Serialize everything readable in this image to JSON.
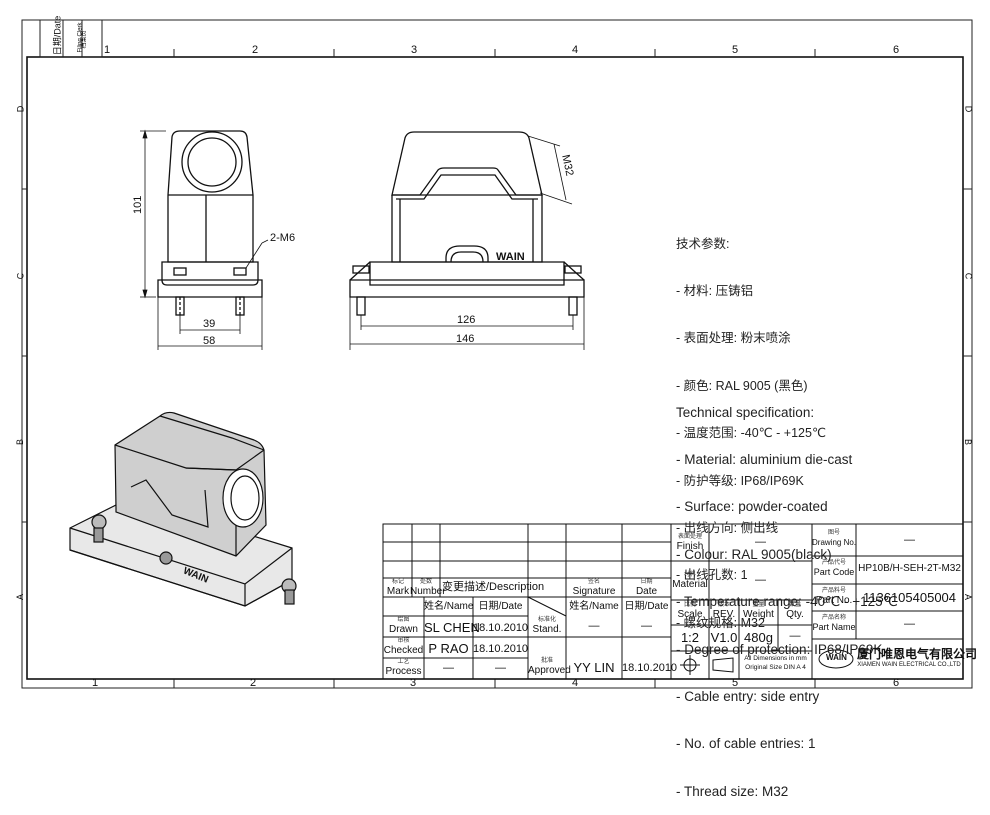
{
  "frame": {
    "columns_top": [
      "1",
      "2",
      "3",
      "4",
      "5",
      "6"
    ],
    "columns_bottom": [
      "1",
      "2",
      "3",
      "4",
      "5",
      "6"
    ],
    "rows": [
      "D",
      "C",
      "B",
      "A"
    ],
    "tab_date": "日期/Date",
    "tab_filing": "Filing Clerk",
    "tab_filing_cn": "档案员"
  },
  "dimensions": {
    "height": "101",
    "screw": "2-M6",
    "inner_width_side": "39",
    "outer_width_side": "58",
    "inner_width_front": "126",
    "outer_width_front": "146",
    "thread": "M32",
    "brand_mark": "WAIN"
  },
  "spec_cn": {
    "title": "技术参数:",
    "lines": [
      "- 材料: 压铸铝",
      "- 表面处理: 粉末喷涂",
      "- 颜色: RAL 9005 (黑色)",
      "- 温度范围: -40℃ - +125℃",
      "- 防护等级: IP68/IP69K",
      "- 出线方向: 侧出线",
      "- 出线孔数: 1",
      "- 螺纹规格: M32"
    ]
  },
  "spec_en": {
    "title": "Technical specification:",
    "lines": [
      "- Material: aluminium die-cast",
      "- Surface: powder-coated",
      "- Colour: RAL 9005(black)",
      "- Temperature range: -40℃ - +125℃",
      "- Degree of protection: IP68/IP69K",
      "- Cable entry: side entry",
      "- No. of cable entries: 1",
      "- Thread size: M32"
    ]
  },
  "revision_block": {
    "mark_cn": "标记",
    "mark": "Mark",
    "number_cn": "处数",
    "number": "Number",
    "description": "变更描述/Description",
    "signature_cn": "签名",
    "signature": "Signature",
    "date_cn": "日期",
    "date": "Date",
    "name_col": "姓名/Name",
    "date_col": "日期/Date",
    "drawn_cn": "绘图",
    "drawn": "Drawn",
    "checked_cn": "审核",
    "checked": "Checked",
    "process_cn": "工艺",
    "process": "Process",
    "stand_cn": "标准化",
    "stand": "Stand.",
    "approved_cn": "批准",
    "approved": "Approved",
    "drawn_name": "SL CHEN",
    "drawn_date": "18.10.2010",
    "checked_name": "P RAO",
    "checked_date": "18.10.2010",
    "process_name": "—",
    "process_date": "—",
    "stand_name": "—",
    "stand_date": "—",
    "approved_name": "YY LIN",
    "approved_date": "18.10.2010"
  },
  "title_block": {
    "finish_cn": "表面处理",
    "finish": "Finish",
    "finish_val": "—",
    "material_cn": "材料",
    "material": "Material",
    "material_val": "—",
    "scale_cn": "比例",
    "scale": "Scale",
    "scale_val": "1:2",
    "rev_cn": "版本",
    "rev": "REV.",
    "rev_val": "V1.0",
    "weight_cn": "重量",
    "weight": "Weight",
    "weight_val": "480g",
    "qty_cn": "数量",
    "qty": "Qty.",
    "qty_val": "—",
    "drawing_no_cn": "图号",
    "drawing_no": "Drawing No.",
    "drawing_no_val": "—",
    "part_code_cn": "产品代号",
    "part_code": "Part Code",
    "part_code_val": "HP10B/H-SEH-2T-M32",
    "part_no_cn": "产品料号",
    "part_no": "Part No.",
    "part_no_val": "1136105405004",
    "part_name_cn": "产品名称",
    "part_name": "Part Name",
    "part_name_val": "—",
    "dims_note_1": "All Dimensions in mm",
    "dims_note_2": "Original Size DIN A 4",
    "company_cn": "厦门唯恩电气有限公司",
    "company_en": "XIAMEN WAIN ELECTRICAL CO.,LTD",
    "logo": "WAIN"
  }
}
